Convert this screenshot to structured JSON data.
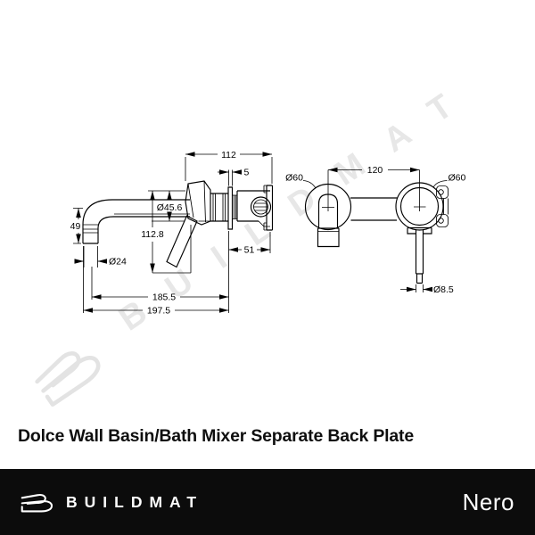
{
  "page": {
    "background": "#ffffff",
    "line_color": "#000000"
  },
  "title": "Dolce Wall Basin/Bath Mixer Separate Back Plate",
  "watermark": {
    "text": "BUILDMAT",
    "color": "#e7e7e7",
    "logo_icon": "buildmat-b-icon"
  },
  "drawing": {
    "side_view": {
      "dims": {
        "width_overall": "112",
        "plate_thickness": "5",
        "body_diameter": "Ø45.6",
        "height_overall": "112.8",
        "spout_drop": "49",
        "spout_diameter": "Ø24",
        "behind_wall_depth": "51",
        "spout_reach_centre": "185.5",
        "spout_reach_overall": "197.5"
      }
    },
    "front_view": {
      "dims": {
        "left_plate_diameter": "Ø60",
        "centres_spacing": "120",
        "right_plate_diameter": "Ø60",
        "handle_diameter": "Ø8.5"
      }
    }
  },
  "footer": {
    "background": "#0c0c0c",
    "brand": "BUILDMAT",
    "brand_icon": "buildmat-logo-icon",
    "collection": "Nero"
  }
}
